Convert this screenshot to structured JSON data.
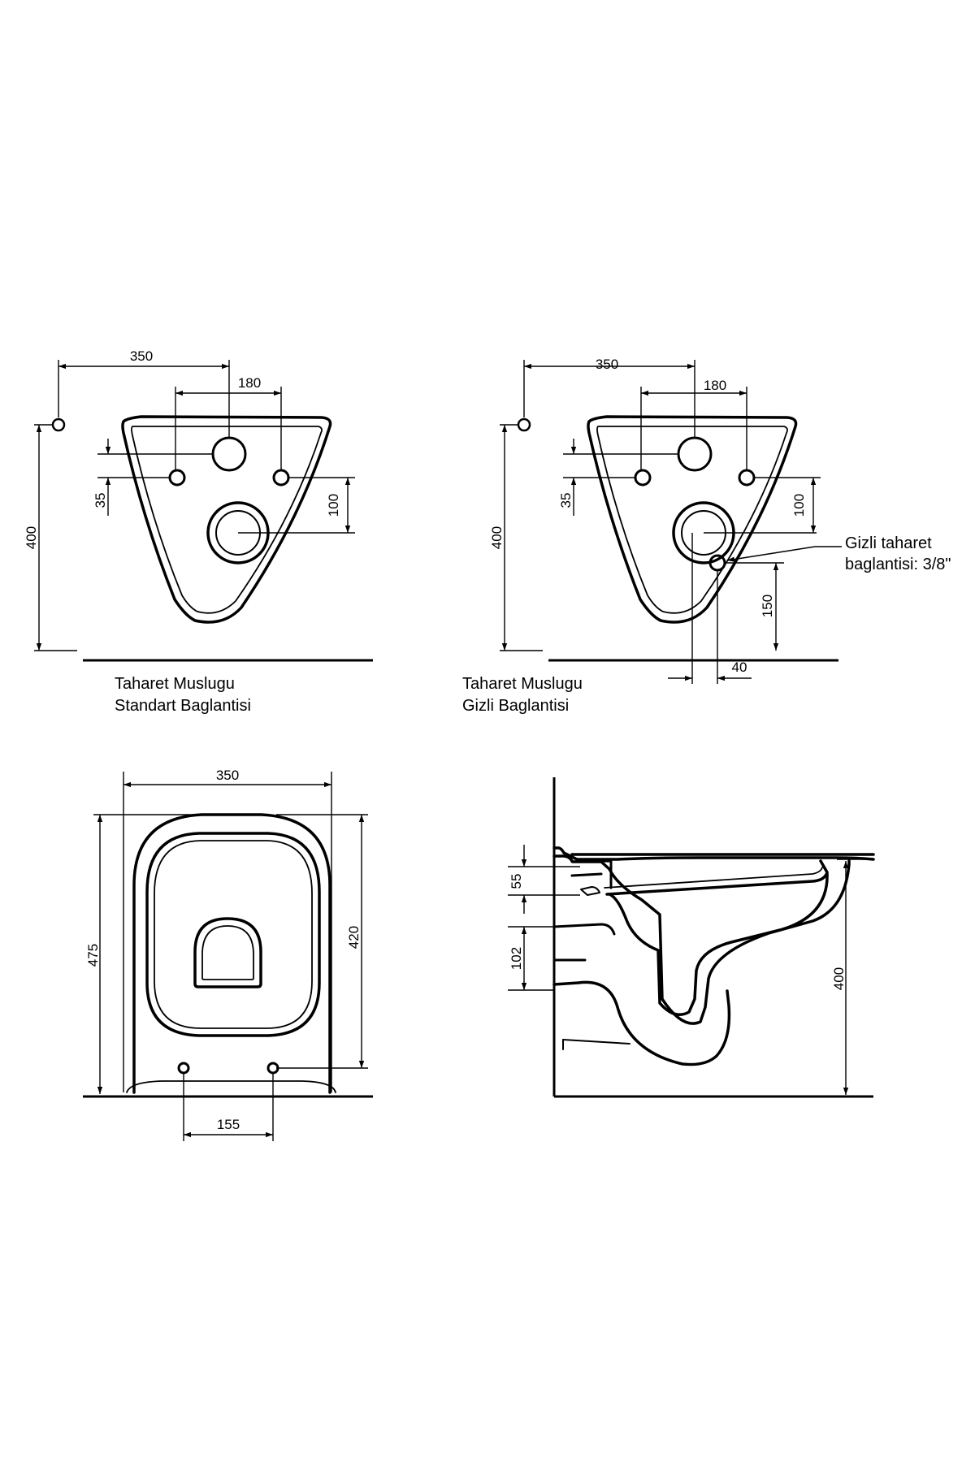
{
  "views": {
    "standard": {
      "dims": {
        "width": "350",
        "spacing": "180",
        "offset_left": "35",
        "offset_right": "100",
        "height": "400"
      },
      "caption_line1": "Taharet Muslugu",
      "caption_line2": "Standart Baglantisi"
    },
    "concealed": {
      "dims": {
        "width": "350",
        "spacing": "180",
        "offset_left": "35",
        "offset_right": "100",
        "height": "400",
        "bidet_height": "150",
        "bidet_offset": "40"
      },
      "note_line1": "Gizli taharet",
      "note_line2": "baglantisi: 3/8\"",
      "caption_line1": "Taharet Muslugu",
      "caption_line2": "Gizli Baglantisi"
    },
    "top": {
      "dims": {
        "width": "350",
        "depth_total": "475",
        "depth_holes": "420",
        "hole_spacing": "155"
      }
    },
    "side": {
      "dims": {
        "inlet": "55",
        "outlet": "102",
        "height": "400"
      }
    }
  }
}
